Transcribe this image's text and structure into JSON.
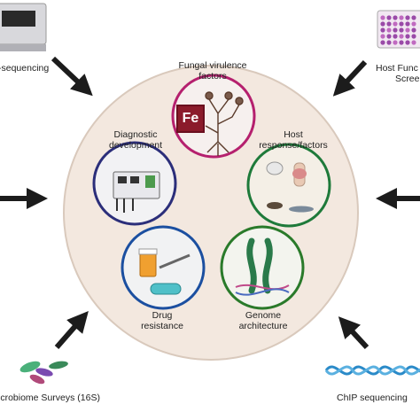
{
  "modules": {
    "fungal_virulence": {
      "line1": "Fungal virulence",
      "line2": "factors",
      "ion_symbol": "Fe",
      "color": "#b5206e"
    },
    "host_response": {
      "line1": "Host",
      "line2": "response/factors",
      "color": "#1e7a3a"
    },
    "diagnostic": {
      "line1": "Diagnostic",
      "line2": "development",
      "color": "#2b2e7a"
    },
    "drug_resistance": {
      "line1": "Drug",
      "line2": "resistance",
      "color": "#1b4fa0"
    },
    "genome": {
      "line1": "Genome",
      "line2": "architecture",
      "color": "#2a7a2a"
    }
  },
  "methods": {
    "top_left": "-sequencing",
    "top_right_line1": "Host Func",
    "top_right_line2": "Scree",
    "bottom_left": "icrobiome Surveys (16S)",
    "bottom_right": "ChIP sequencing"
  },
  "colors": {
    "hub_fill": "#f3e8df",
    "hub_stroke": "#d9c9bc",
    "arrow": "#1c1c1c"
  }
}
